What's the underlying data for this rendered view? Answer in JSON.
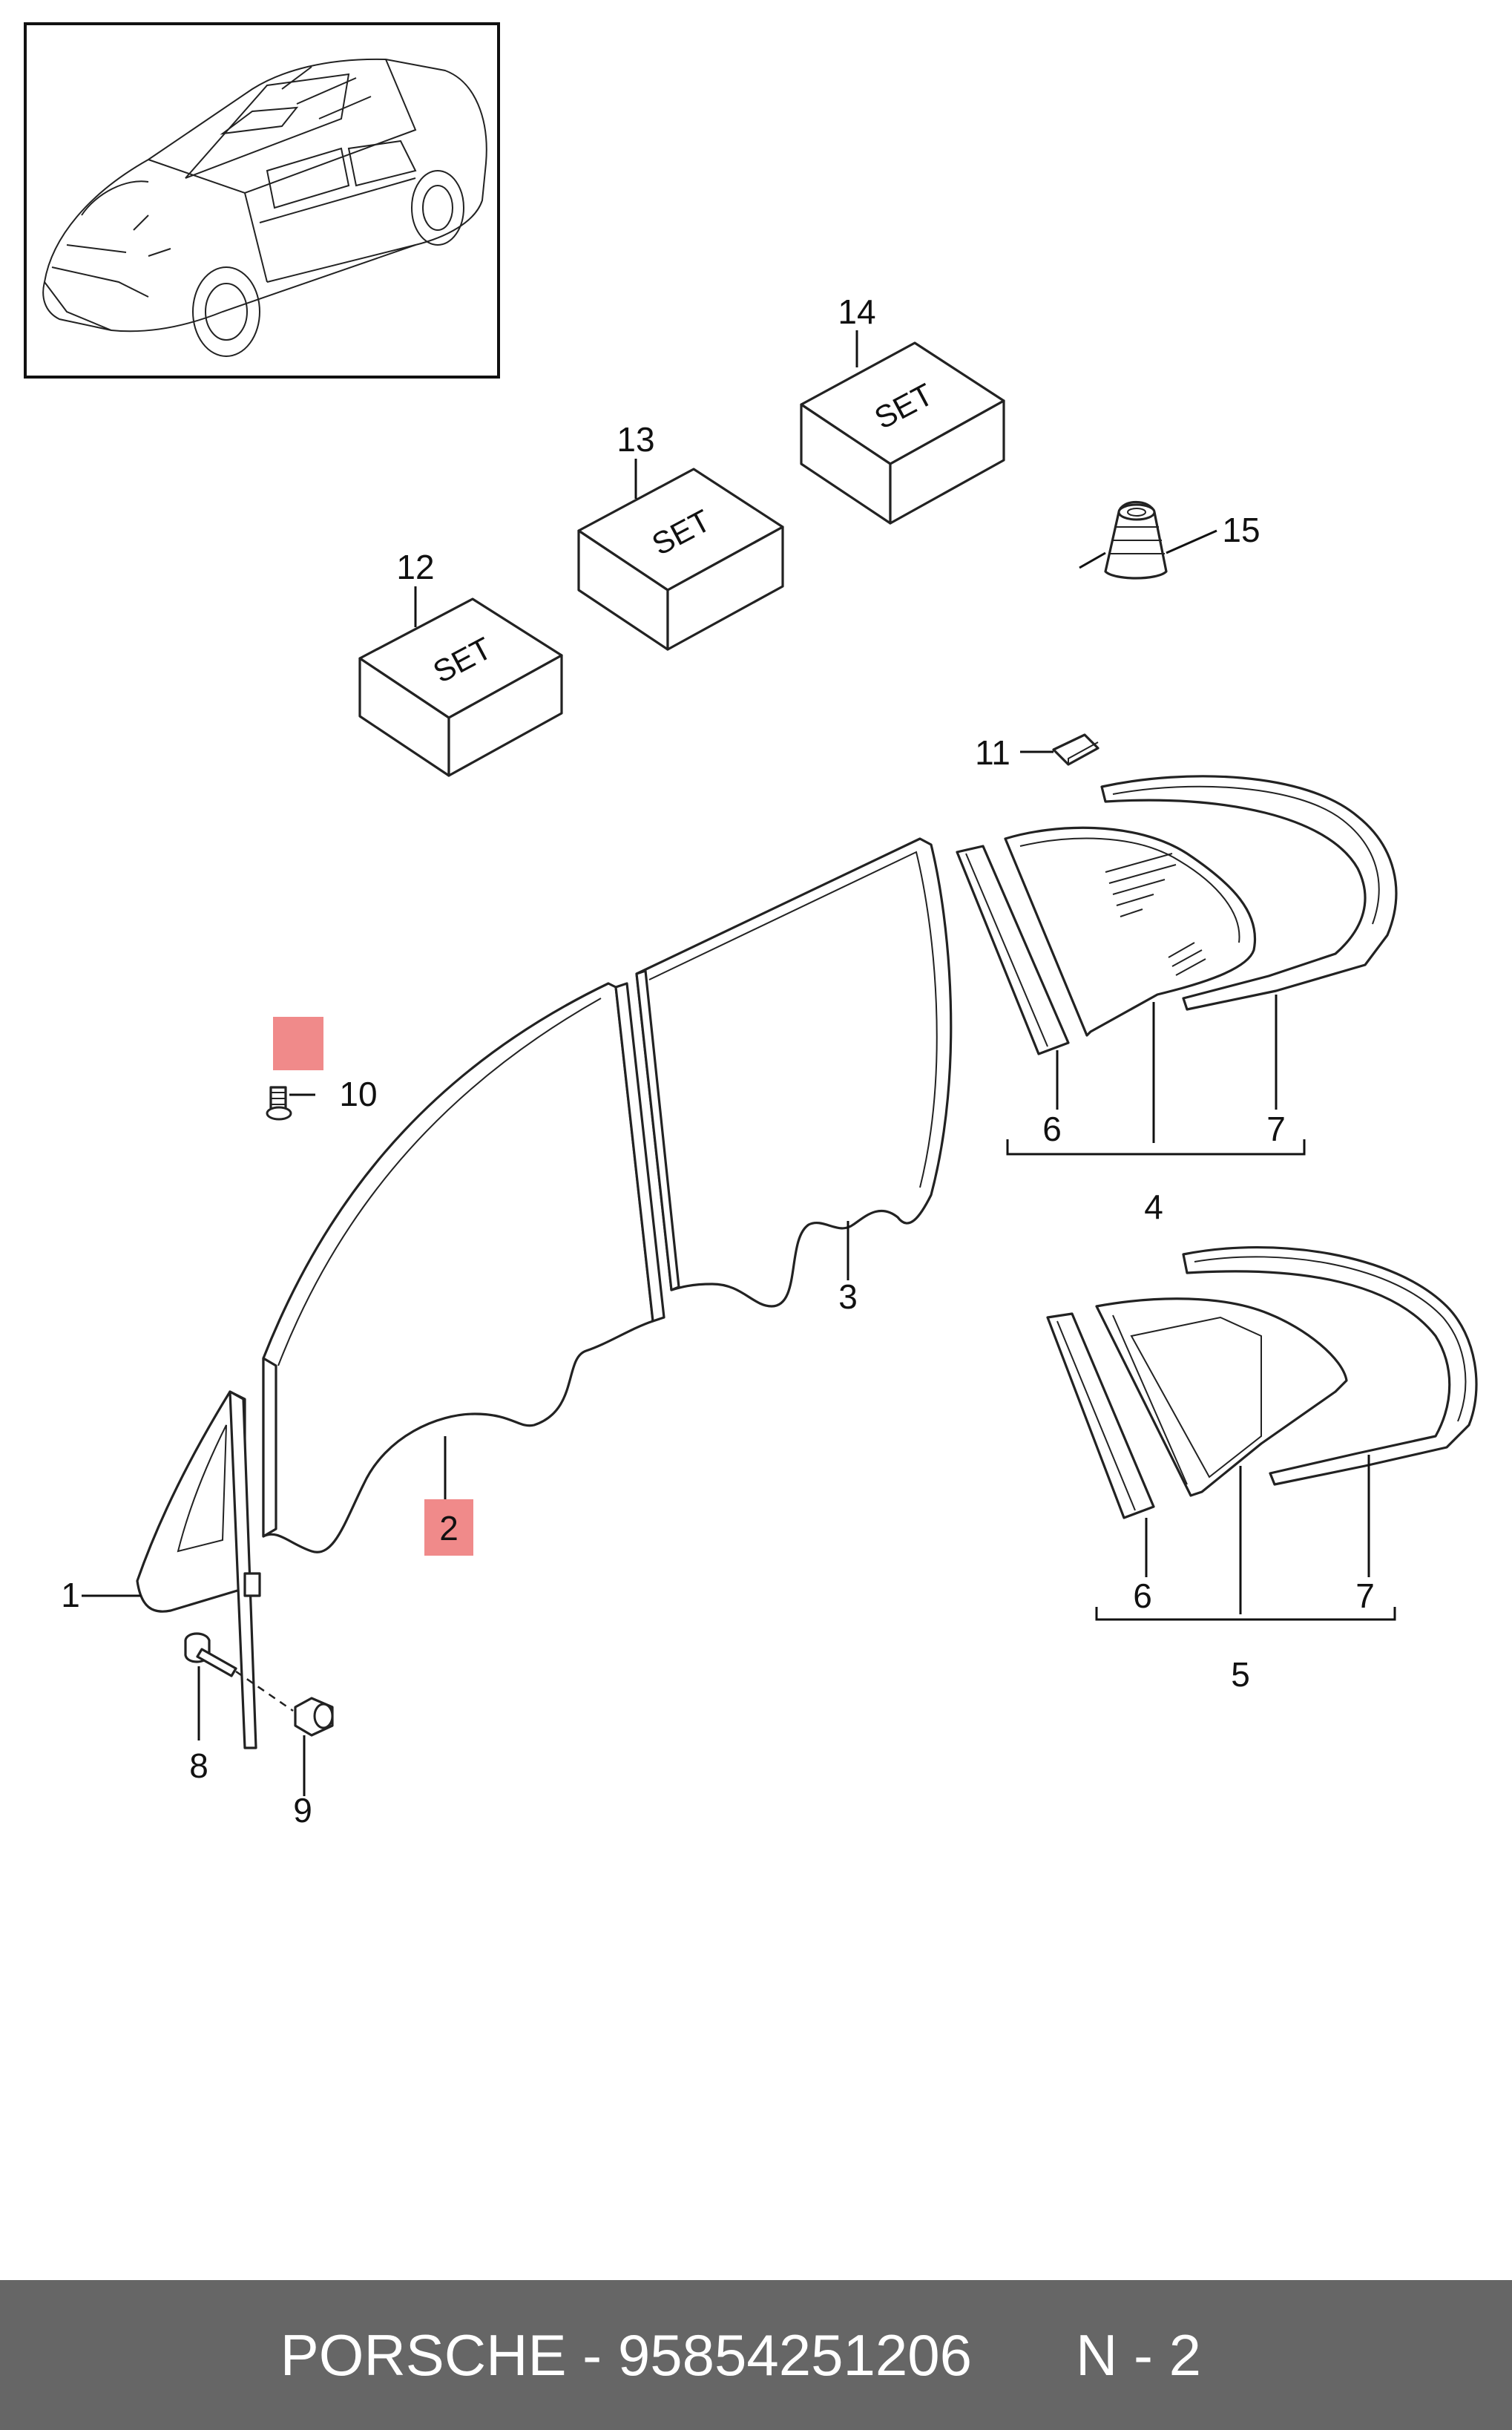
{
  "diagram": {
    "callouts": [
      {
        "id": "1",
        "label": "1"
      },
      {
        "id": "2",
        "label": "2",
        "highlighted": true
      },
      {
        "id": "3",
        "label": "3"
      },
      {
        "id": "4",
        "label": "4"
      },
      {
        "id": "5",
        "label": "5"
      },
      {
        "id": "6a",
        "label": "6"
      },
      {
        "id": "6b",
        "label": "6"
      },
      {
        "id": "7a",
        "label": "7"
      },
      {
        "id": "7b",
        "label": "7"
      },
      {
        "id": "8",
        "label": "8"
      },
      {
        "id": "9",
        "label": "9"
      },
      {
        "id": "10",
        "label": "10"
      },
      {
        "id": "11",
        "label": "11"
      },
      {
        "id": "12",
        "label": "12"
      },
      {
        "id": "13",
        "label": "13"
      },
      {
        "id": "14",
        "label": "14"
      },
      {
        "id": "15",
        "label": "15"
      }
    ],
    "kit_label": "SET",
    "highlight_color": "#f08a8a"
  },
  "footer": {
    "brand": "PORSCHE",
    "separator": " - ",
    "part_number": "95854251206",
    "code": "N - 2",
    "background": "#666666"
  }
}
